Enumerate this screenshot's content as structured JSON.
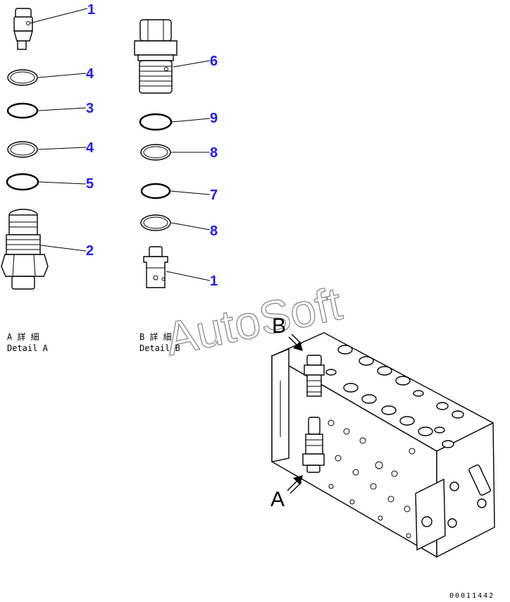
{
  "callouts": {
    "a_top_plug": "1",
    "a_ring_1": "4",
    "a_ring_2": "3",
    "a_ring_3": "4",
    "a_ring_4": "5",
    "a_valve_body": "2",
    "b_valve_body": "6",
    "b_ring_1": "9",
    "b_ring_2": "8",
    "b_ring_3": "7",
    "b_ring_4": "8",
    "b_plug": "1"
  },
  "detail_labels": {
    "a_japanese": "A 詳 細",
    "a_english": "Detail A",
    "b_japanese": "B 詳 細",
    "b_english": "Detail B"
  },
  "view_letters": {
    "view_b": "B",
    "view_a": "A"
  },
  "watermark": "AutoSoft",
  "drawing_number": "00011442",
  "colors": {
    "callout": "#1a1aff",
    "watermark": "#8a8a8a",
    "line": "#000000"
  }
}
